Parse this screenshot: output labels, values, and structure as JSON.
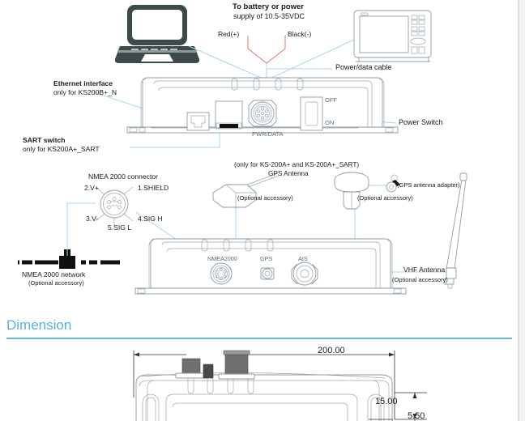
{
  "section": {
    "heading": "Dimension"
  },
  "top_diagram": {
    "power_title": "To battery or power",
    "power_sub": "supply of 10.5-35VDC",
    "red_label": "Red(+)",
    "black_label": "Black(-)",
    "power_data_cable": "Power/data cable",
    "ethernet_line1": "Ethernet interface",
    "ethernet_line2": "only for KS200B+_N",
    "sart_line1": "SART switch",
    "sart_line2": "only for KS200A+_SART",
    "connector_label": "PWR/DATA",
    "switch_off": "OFF",
    "switch_on": "ON",
    "power_switch": "Power Switch"
  },
  "bottom_diagram": {
    "nmea_connector_title": "NMEA 2000 connector",
    "pins": [
      {
        "id": "pin-1",
        "label": "1.SHIELD"
      },
      {
        "id": "pin-2",
        "label": "2.V+"
      },
      {
        "id": "pin-3",
        "label": "3.V-"
      },
      {
        "id": "pin-4",
        "label": "4.SIG H"
      },
      {
        "id": "pin-5",
        "label": "5.SIG L"
      }
    ],
    "network_line1": "NMEA 2000 network",
    "network_line2": "(Optional accessory)",
    "gps_note": "(only for KS-200A+ and KS-200A+_SART)",
    "gps_title": "GPS Antenna",
    "gps_optional_left": "(Optional accessory)",
    "gps_adapter": "(GPS antenna adapter)",
    "gps_optional_right": "(Optional accessory)",
    "ports": [
      {
        "id": "port-nmea",
        "label": "NMEA2000"
      },
      {
        "id": "port-gps",
        "label": "GPS"
      },
      {
        "id": "port-ais",
        "label": "AIS"
      }
    ],
    "vhf_line1": "VHF Antenna",
    "vhf_line2": "(Optional accessory)"
  },
  "dimension_drawing": {
    "width_value": "200.00",
    "height_value": "15.00",
    "depth_value": "5.50"
  }
}
